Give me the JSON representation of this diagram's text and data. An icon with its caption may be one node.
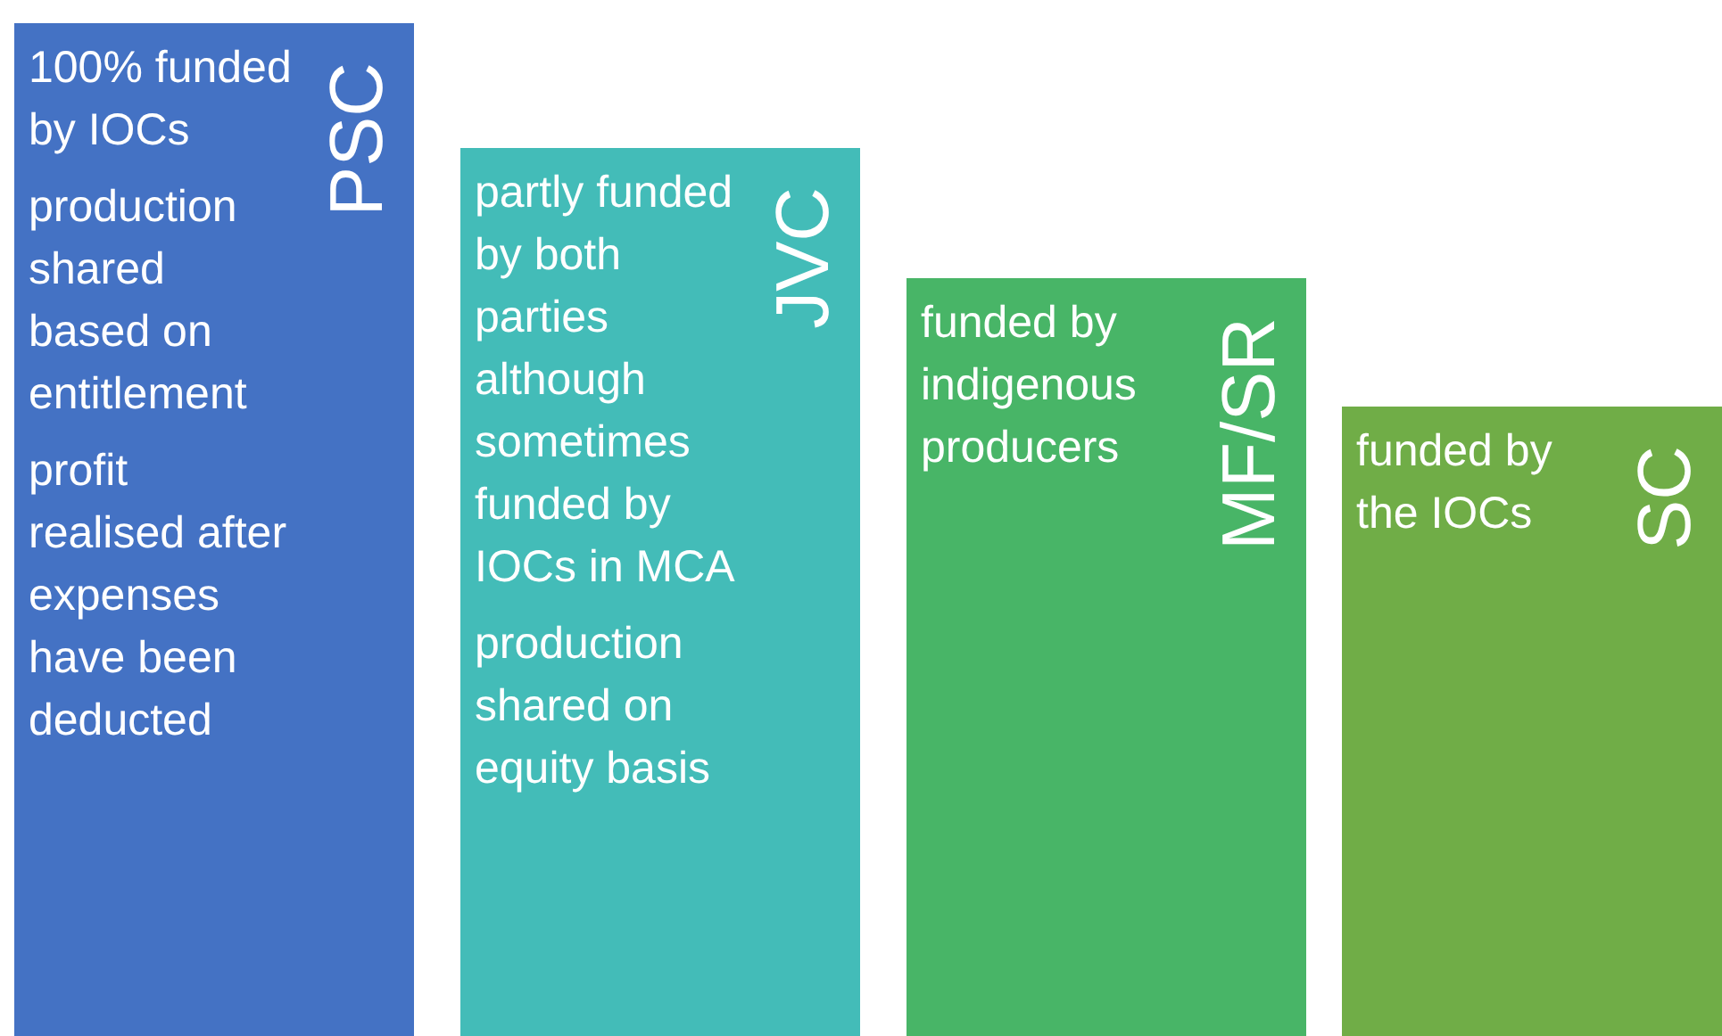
{
  "diagram": {
    "nodes": [
      {
        "text": [
          "PSC",
          "100% funded by IOCs",
          "production shared based on entitlement",
          "profit realised after expenses have been deducted"
        ]
      },
      {
        "text": [
          "JVC",
          "partly funded by both parties although sometimes funded by IOCs in MCA",
          "production shared on equity basis"
        ]
      },
      {
        "text": [
          "MF/SR",
          "funded by indigenous producers"
        ]
      },
      {
        "text": [
          "SC",
          "funded by the IOCs"
        ]
      }
    ]
  }
}
